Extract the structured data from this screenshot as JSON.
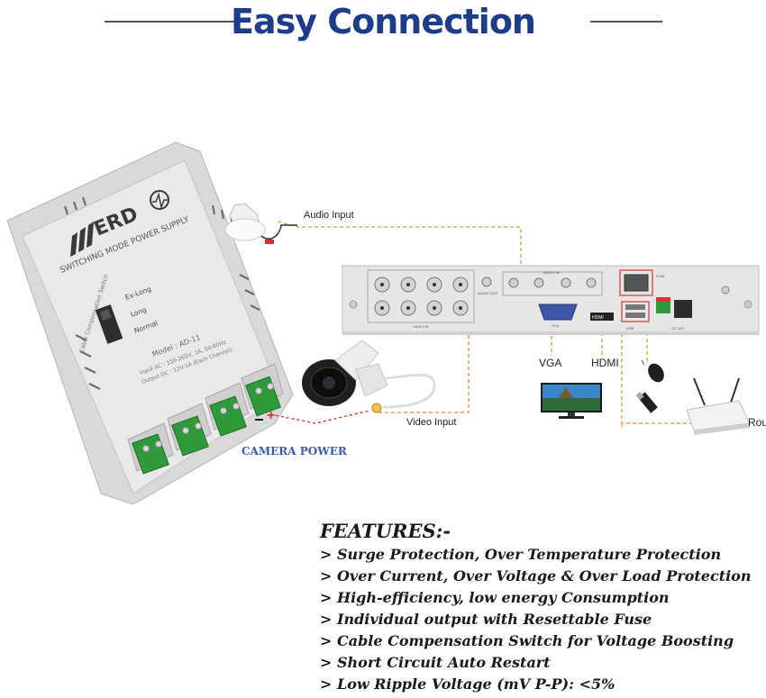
{
  "title": "Easy Connection",
  "psu": {
    "brand": "ERD",
    "subtitle": "SWITCHING MODE POWER SUPPLY",
    "switch_side_label": "Cable Compensation Switch",
    "switch_positions": [
      "Ex-Long",
      "Long",
      "Normal"
    ],
    "model_line": "Model : AD-11",
    "spec_lines": [
      "Input AC : 150-265V, 1A, 50-60Hz",
      "Output DC : 12V-1A (Each Channel)"
    ],
    "polarity_minus": "−",
    "polarity_plus": "+"
  },
  "labels": {
    "audio_input": "Audio Input",
    "video_input": "Video Input",
    "vga": "VGA",
    "hdmi": "HDMI",
    "router_partial": "Rou",
    "camera_power": "CAMERA POWER"
  },
  "dvr": {
    "rj45": "RJ45",
    "audio_out": "AUDIO OUT",
    "audio_in": "AUDIO IN",
    "video_in": "VIDEO IN",
    "vga_port": "VGA",
    "hdmi_port": "HDMI",
    "usb": "USB",
    "dc": "DC 12V"
  },
  "features": {
    "heading": "FEATURES:-",
    "items": [
      "> Surge Protection, Over Temperature Protection",
      "> Over Current, Over Voltage & Over Load Protection",
      "> High-efficiency, low energy Consumption",
      "> Individual output with Resettable Fuse",
      "> Cable Compensation Switch for Voltage Boosting",
      "> Short Circuit Auto Restart",
      "> Low Ripple Voltage (mV P-P): <5%"
    ]
  },
  "colors": {
    "title": "#1c3c8c",
    "camera_power": "#3a5ab8",
    "wire_orange": "#e8902a",
    "wire_red": "#d9342b",
    "terminal_green": "#2e9a3a"
  }
}
